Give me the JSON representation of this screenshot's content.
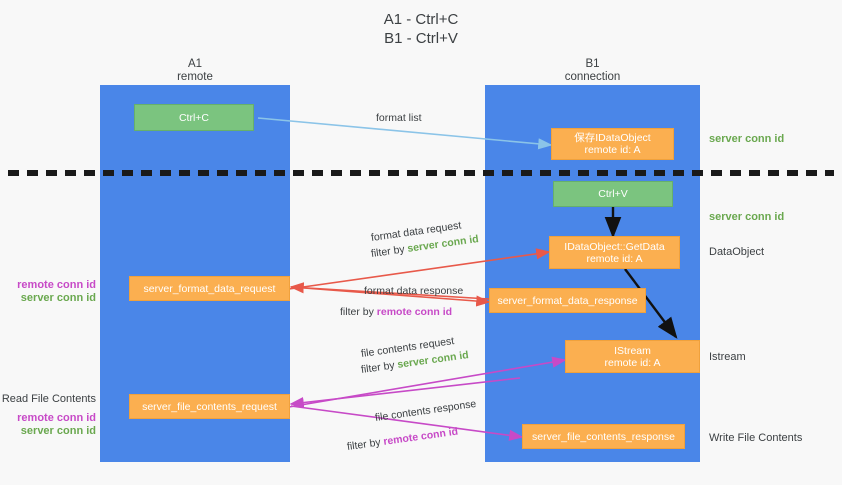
{
  "title": "A1 - Ctrl+C\nB1 - Ctrl+V",
  "lanes": [
    {
      "name": "A1",
      "sub": "remote",
      "header": "A1\nremote"
    },
    {
      "name": "B1",
      "sub": "connection",
      "header": "B1\nconnection"
    }
  ],
  "boxes": {
    "ctrl_c": "Ctrl+C",
    "ctrl_v": "Ctrl+V",
    "idataobject_store": "保存IDataObject\nremote id: A",
    "idataobject_getdata": "IDataObject::GetData\nremote id: A",
    "istream": "IStream\nremote id: A",
    "server_format_data_request": "server_format_data_request",
    "server_format_data_response": "server_format_data_response",
    "server_file_contents_request": "server_file_contents_request",
    "server_file_contents_response": "server_file_contents_response"
  },
  "right_notes": {
    "server_conn_id_top": "server conn id",
    "server_conn_id_mid": "server conn id",
    "dataobject": "DataObject",
    "istream": "Istream",
    "write_file_contents": "Write File Contents"
  },
  "left_notes": {
    "remote_conn_id_1": "remote conn id",
    "server_conn_id_1": "server conn id",
    "read_file_contents": "Read File Contents",
    "remote_conn_id_2": "remote conn id",
    "server_conn_id_2": "server conn id"
  },
  "edges": {
    "format_list": "format list",
    "format_data_request": "format data request",
    "format_data_request_filter_prefix": "filter by ",
    "format_data_request_filter_value": "server conn id",
    "format_data_response": "format data response",
    "format_data_response_filter_prefix": "filter by ",
    "format_data_response_filter_value": "remote conn id",
    "file_contents_request": "file contents request",
    "file_contents_request_filter_prefix": "filter by ",
    "file_contents_request_filter_value": "server conn id",
    "file_contents_response": "file contents response",
    "file_contents_response_filter_prefix": "filter by ",
    "file_contents_response_filter_value": "remote conn id"
  },
  "colors": {
    "lane": "#4a86e8",
    "green_box": "#7bc47f",
    "orange_box": "#fbaf50",
    "green_text": "#6aa84f",
    "magenta_text": "#c74ac7",
    "red_arrow": "#e8594a",
    "magenta_arrow": "#c74ac7",
    "lightblue_arrow": "#8bc4e8",
    "background": "#f8f8f8"
  }
}
